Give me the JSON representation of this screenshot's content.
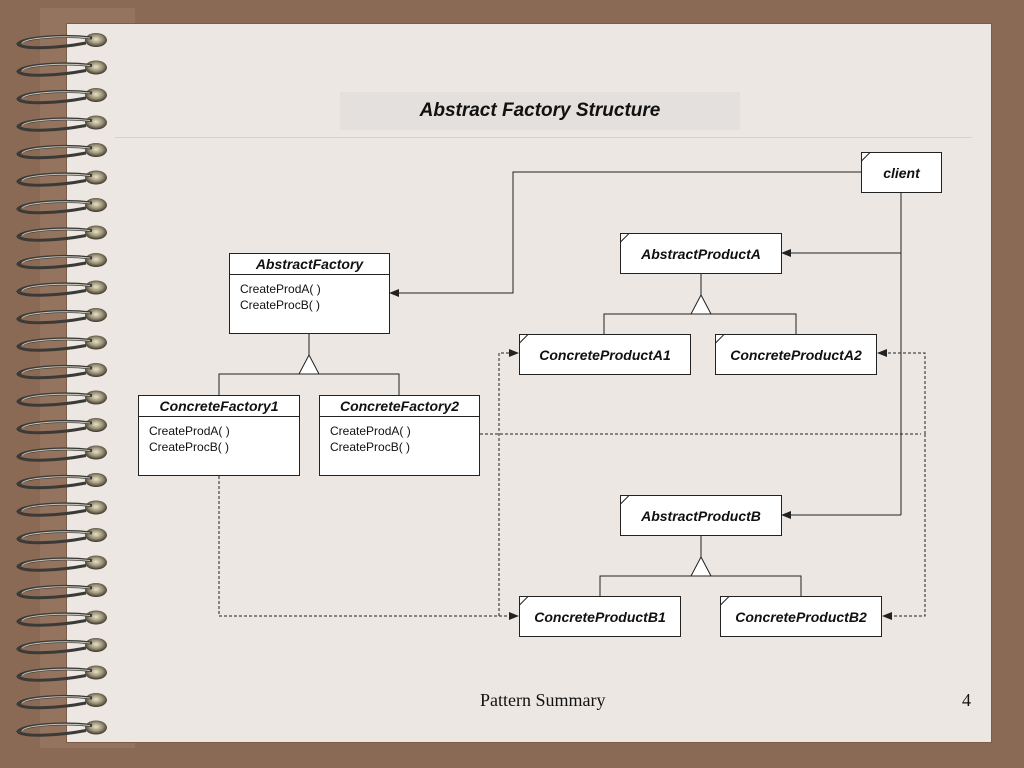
{
  "slide": {
    "title": "Abstract Factory Structure",
    "footer": "Pattern Summary",
    "page_number": "4"
  },
  "diagram": {
    "abstract_factory": {
      "name": "AbstractFactory",
      "ops": [
        "CreateProdA( )",
        "CreateProcB( )"
      ]
    },
    "concrete_factory1": {
      "name": "ConcreteFactory1",
      "ops": [
        "CreateProdA( )",
        "CreateProcB( )"
      ]
    },
    "concrete_factory2": {
      "name": "ConcreteFactory2",
      "ops": [
        "CreateProdA( )",
        "CreateProcB( )"
      ]
    },
    "client": "client",
    "abstract_product_a": "AbstractProductA",
    "concrete_product_a1": "ConcreteProductA1",
    "concrete_product_a2": "ConcreteProductA2",
    "abstract_product_b": "AbstractProductB",
    "concrete_product_b1": "ConcreteProductB1",
    "concrete_product_b2": "ConcreteProductB2"
  },
  "colors": {
    "page": "#ece7e3",
    "frame": "#8a6a55",
    "line": "#222222"
  }
}
